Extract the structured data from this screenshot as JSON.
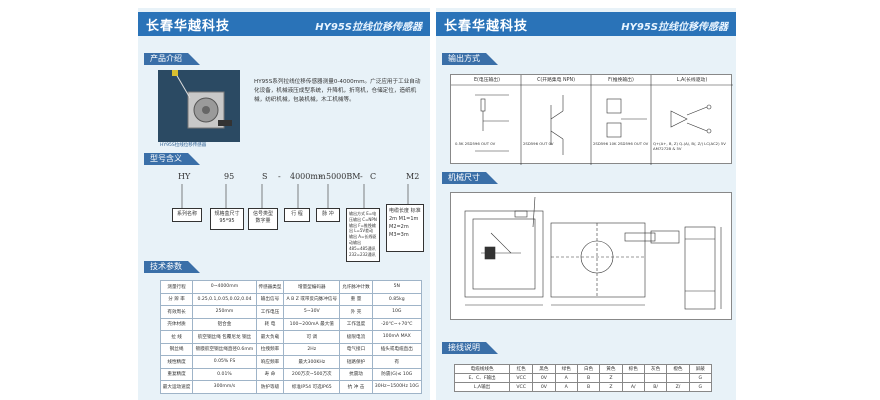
{
  "brand": "长春华越科技",
  "model_title": "HY95S拉线位移传感器",
  "sections": {
    "intro": "产品介绍",
    "model_code": "型号含义",
    "specs": "技术参数",
    "outputs": "输出方式",
    "mechanical": "机械尺寸",
    "wiring": "接线说明"
  },
  "intro_text": "HY95S系列拉线位移传感器测量0-4000mm。广泛应用于工业自动化设备，机械液压成型系统，升降机，折弯机，仓储定位，造纸机械，纺织机械，包装机械，木工机械等。",
  "product_caption": "HY95S拉线位移传感器",
  "model_code": {
    "parts": [
      "HY",
      "95",
      "S",
      "-",
      "4000mm",
      "-",
      "5000BM",
      "-",
      "C",
      "M2"
    ],
    "boxes": [
      "系列名称",
      "规格盒尺寸 95*95",
      "信号类型 数字量",
      "行 程",
      "脉 冲",
      "输出方式 E=电压输出 C=NPN输出 F=推挽输出 L=5V差动输出 A=长线驱动输出 485=485通讯 232=232通讯",
      "电缆长度 标准2m M1=1m M2=2m M3=3m"
    ]
  },
  "spec_table": [
    [
      "测量行程",
      "0~4000mm",
      "传感器类型",
      "增量型编码器",
      "允许脉冲计数",
      "5N"
    ],
    [
      "分 辨 率",
      "0.25,0.1,0.05,0.02,0.04",
      "输出信号",
      "A B Z 或带反向脉冲信号",
      "重 量",
      "0.85kg"
    ],
    [
      "有效周长",
      "250mm",
      "工作电压",
      "5~30V",
      "外 壳",
      "10G"
    ],
    [
      "壳体材质",
      "铝合金",
      "耗 电",
      "100~200mA 最大值",
      "工作温度",
      "-20℃~+70℃"
    ],
    [
      "拉 线",
      "航空钢丝绳 包覆尼龙 钢丝",
      "最大负载",
      "可 调",
      "极限电流",
      "100mA MAX"
    ],
    [
      "钢丝绳",
      "镀膜航空钢丝绳直径0.6mm",
      "拉拽频率",
      "2Hz",
      "电气接口",
      "插头或电缆直出"
    ],
    [
      "线性精度",
      "0.05% FS",
      "响应频率",
      "最大300KHz",
      "短路保护",
      "有"
    ],
    [
      "重复精度",
      "0.01%",
      "寿 命",
      "200万次~500万次",
      "抗震动",
      "防震(G)≤ 10G"
    ],
    [
      "最大运动速度",
      "300mm/s",
      "防护等级",
      "标准IP54 可选IP65",
      "抗 冲 击",
      "30Hz~1500Hz 10G"
    ]
  ],
  "output_modes": [
    {
      "title": "E(电压输出)",
      "labels": [
        "0.5K",
        "2SD596",
        "OUT",
        "0V"
      ]
    },
    {
      "title": "C(开路集电 NPN)",
      "labels": [
        "2SD596",
        "OUT",
        "0V"
      ]
    },
    {
      "title": "F(推挽输出)",
      "labels": [
        "2SD596",
        "10K",
        "2SD596",
        "OUT",
        "0V"
      ]
    },
    {
      "title": "L,A(长线驱动)",
      "labels": [
        "Q+(A+, B, Z)",
        "Q-(A/, B/, Z/)",
        "LC(AC2)",
        "5V",
        "AM7272B & 5V"
      ]
    }
  ],
  "wiring_table": {
    "header": [
      "电缆线线色",
      "红色",
      "黑色",
      "绿色",
      "白色",
      "黄色",
      "棕色",
      "灰色",
      "橙色",
      "屏蔽"
    ],
    "rows": [
      [
        "E、C、F输出",
        "VCC",
        "0V",
        "A",
        "B",
        "Z",
        "",
        "",
        "",
        "G"
      ],
      [
        "L,A输出",
        "VCC",
        "0V",
        "A",
        "B",
        "Z",
        "A/",
        "B/",
        "Z/",
        "G"
      ]
    ]
  },
  "colors": {
    "brand_bar": "#2a73b8",
    "section_bg": "#3a6fa8",
    "page_bg": "#e8f2f8"
  }
}
